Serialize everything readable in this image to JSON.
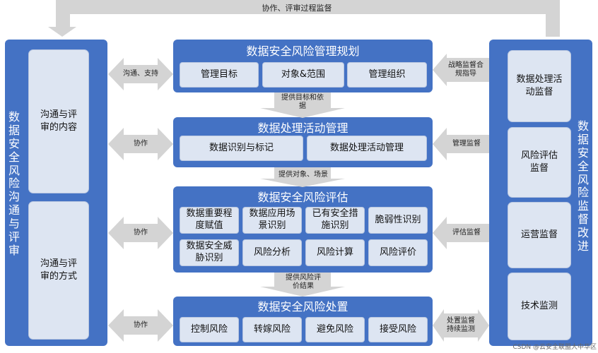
{
  "top_loop": {
    "label": "协作、评审过程监督"
  },
  "left": {
    "title": "数据安全风险沟通与评审",
    "content_box": "沟通与评审的内容",
    "method_box": "沟通与评审的方式"
  },
  "right": {
    "title": "数据安全风险监督改进",
    "items": [
      "数据处理活动监督",
      "风险评估监督",
      "运营监督",
      "技术监测"
    ]
  },
  "blocks": [
    {
      "title": "数据安全风险管理规划",
      "items": [
        "管理目标",
        "对象&范围",
        "管理组织"
      ]
    },
    {
      "title": "数据处理活动管理",
      "items": [
        "数据识别与标记",
        "数据处理活动管理"
      ]
    },
    {
      "title": "数据安全风险评估",
      "items": [
        "数据重要程度赋值",
        "数据应用场景识别",
        "已有安全措施识别",
        "脆弱性识别",
        "数据安全威胁识别",
        "风险分析",
        "风险计算",
        "风险评价"
      ]
    },
    {
      "title": "数据安全风险处置",
      "items": [
        "控制风险",
        "转嫁风险",
        "避免风险",
        "接受风险"
      ]
    }
  ],
  "left_arrows": [
    "沟通、支持",
    "协作",
    "协作",
    "协作"
  ],
  "right_arrows": [
    "战略监督合规指导",
    "管理监督",
    "评估监督",
    "处置监督持续监测"
  ],
  "down_arrows": [
    "提供目标和依据",
    "提供对象、场景",
    "提供风险评价结果"
  ],
  "watermark": "CSDN @云安全联盟大中华区"
}
